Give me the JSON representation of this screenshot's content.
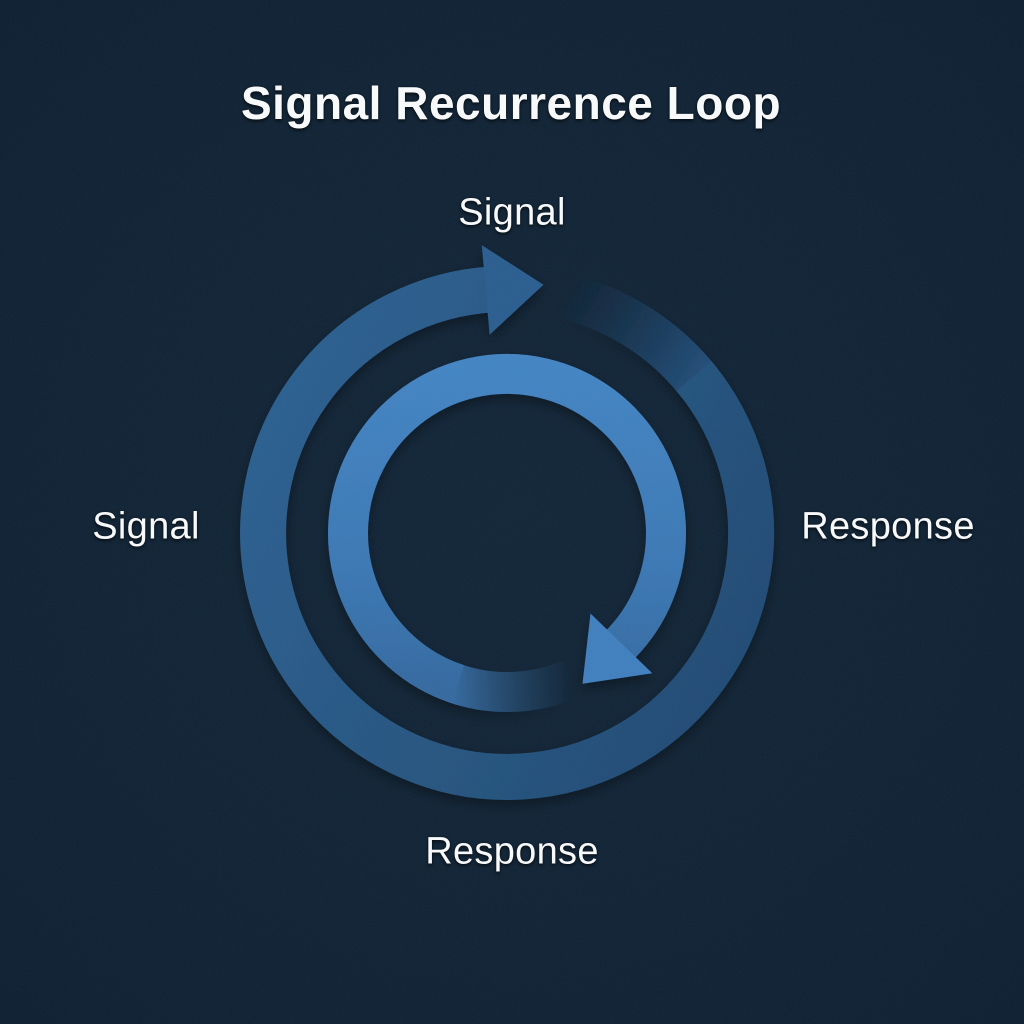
{
  "title": "Signal Recurrence Loop",
  "diagram": {
    "type": "cycle-diagram",
    "direction": "clockwise",
    "labels": {
      "top": "Signal",
      "right": "Response",
      "bottom": "Response",
      "left": "Signal"
    },
    "rings": [
      {
        "name": "outer-ring",
        "color": "#27557f",
        "arrowhead": "top, pointing right (clockwise)",
        "tail": "fades in at top-right"
      },
      {
        "name": "inner-ring",
        "color": "#3d7cba",
        "arrowhead": "bottom-right, pointing down-left (clockwise)",
        "tail": "fades in at bottom"
      }
    ],
    "colors": {
      "background": "#0f2336",
      "outer_ring": "#27557f",
      "inner_ring": "#3d7cba",
      "text": "#f7f9fb"
    }
  }
}
